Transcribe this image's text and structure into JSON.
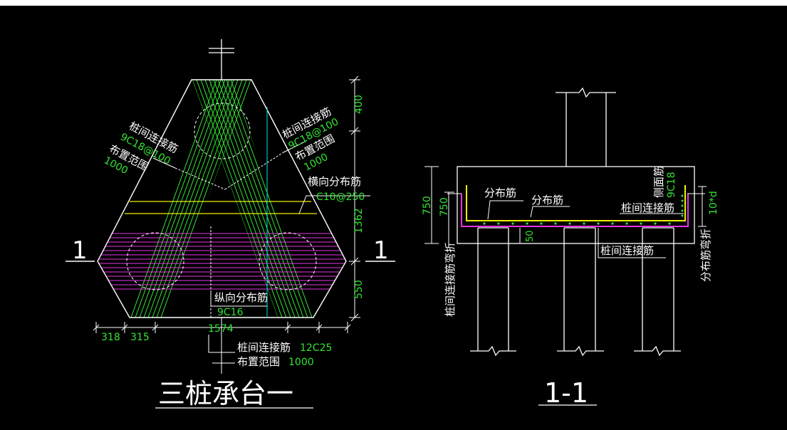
{
  "plan": {
    "title": "三桩承台一",
    "section_mark": "1",
    "label_left_1": "桩间连接筋",
    "label_left_2": "9C18@100",
    "label_left_3": "布置范围",
    "label_left_4": "1000",
    "label_right_1": "桩间连接筋",
    "label_right_2": "9C18@100",
    "label_right_3": "布置范围",
    "label_right_4": "1000",
    "transverse_label": "横向分布筋",
    "transverse_spec": "C10@250",
    "longitudinal_label": "纵向分布筋",
    "longitudinal_spec": "9C16",
    "bottom_label": "桩间连接筋",
    "bottom_spec": "12C25",
    "bottom_range_label": "布置范围",
    "bottom_range_value": "1000",
    "dims_right": [
      "400",
      "1362",
      "550"
    ],
    "dims_bottom": [
      "318",
      "315",
      "1574"
    ]
  },
  "section": {
    "title": "1-1",
    "dist_label_a": "分布筋",
    "dist_label_b": "分布筋",
    "side_bar_label": "侧面筋",
    "side_bar_spec": "9C18",
    "link_label_top": "桩间连接筋",
    "link_label_bottom": "桩间连接筋",
    "left_vertical_label": "桩间连接筋弯折",
    "right_vertical_label": "分布筋弯折",
    "right_dim": "10*d",
    "dims_left": [
      "750",
      "750"
    ],
    "dim_50": "50"
  },
  "colors": {
    "background": "#000000",
    "outline": "#ffffff",
    "rebar_green": "#33e433",
    "rebar_magenta": "#e733e7",
    "rebar_yellow": "#f0f000",
    "cyan": "#00e0e0"
  }
}
